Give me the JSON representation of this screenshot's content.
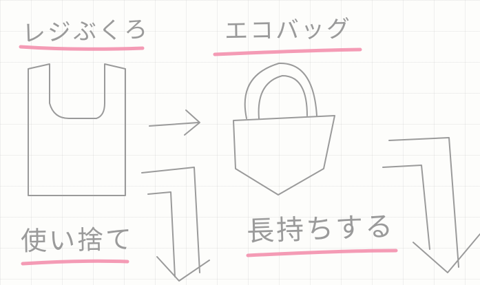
{
  "labels": {
    "plastic_bag": "レジぶくろ",
    "eco_bag": "エコバッグ",
    "single_use": "使い捨て",
    "long_lasting": "長持ちする"
  },
  "colors": {
    "pencil": "#9a9a9a",
    "highlighter": "#f28aa8",
    "paper": "#fdfdfb",
    "grid": "#d6d6d2"
  }
}
